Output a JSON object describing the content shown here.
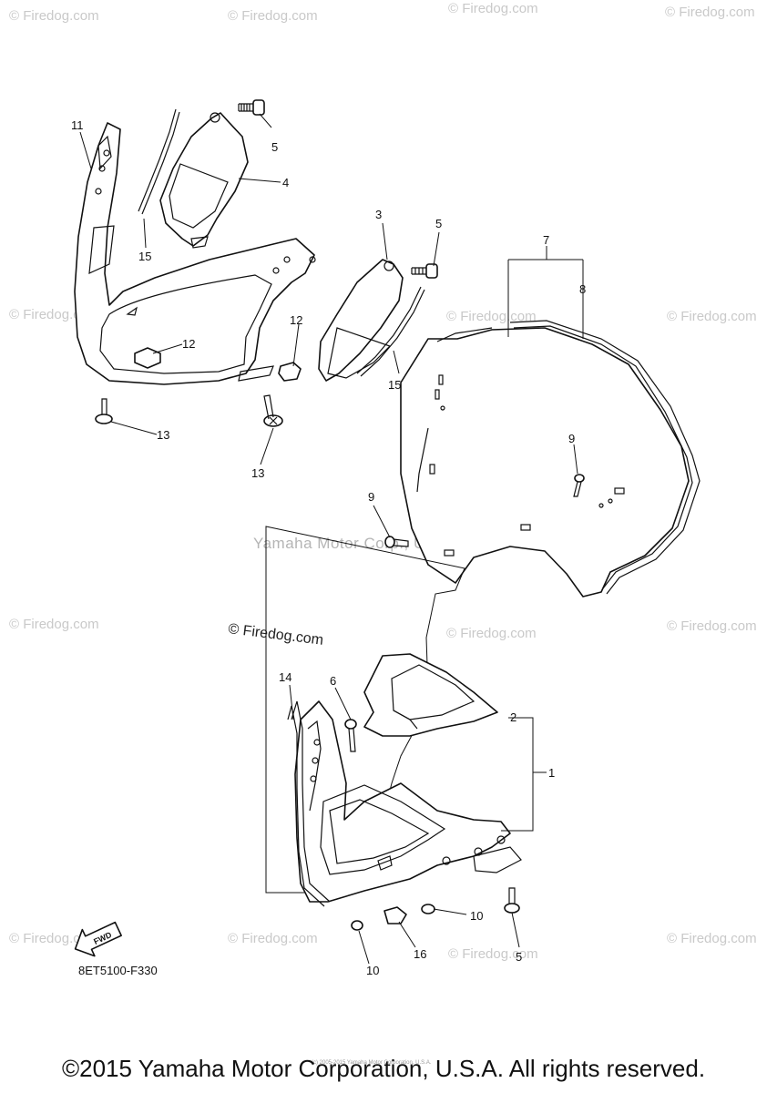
{
  "watermark": {
    "text": "© Firedog.com",
    "center_text": "Yamaha Motor Corp., U.S.A."
  },
  "callouts": {
    "c1": "1",
    "c2": "2",
    "c3": "3",
    "c4": "4",
    "c5a": "5",
    "c5b": "5",
    "c5c": "5",
    "c6": "6",
    "c7": "7",
    "c8": "8",
    "c9a": "9",
    "c9b": "9",
    "c10a": "10",
    "c10b": "10",
    "c11": "11",
    "c12a": "12",
    "c12b": "12",
    "c13a": "13",
    "c13b": "13",
    "c14": "14",
    "c15a": "15",
    "c15b": "15",
    "c16": "16"
  },
  "fwd_label": "FWD",
  "diagram_code": "8ET5100-F330",
  "fine_print": "(c) 2005-2015 Yamaha Motor Corporation, U.S.A.",
  "copyright": "©2015 Yamaha Motor Corporation, U.S.A. All rights reserved.",
  "colors": {
    "line": "#111111",
    "watermark": "#c9c9c9"
  }
}
